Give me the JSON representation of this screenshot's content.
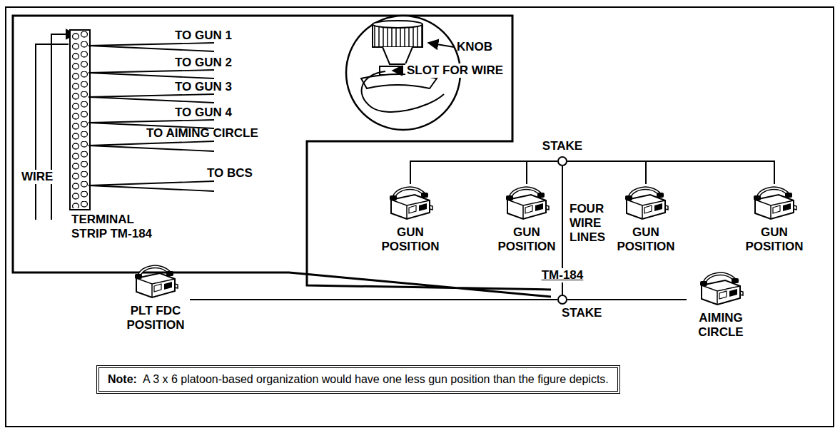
{
  "diagram": {
    "nodes": [
      {
        "text": [
          "STAKE"
        ]
      },
      {
        "text": [
          "GUN POSITION"
        ]
      },
      {
        "text": [
          "GUN POSITION"
        ]
      },
      {
        "text": [
          "GUN POSITION"
        ]
      },
      {
        "text": [
          "GUN POSITION"
        ]
      },
      {
        "text": [
          "STAKE"
        ]
      },
      {
        "text": [
          "PLT FDC POSITION"
        ]
      },
      {
        "text": [
          "AIMING CIRCLE"
        ]
      },
      {
        "text": [
          "Note:",
          "A 3 x 6 platoon-based organization would have one less gun position than the figure depicts."
        ]
      }
    ],
    "edges": [
      {
        "from": 0,
        "to": 1,
        "arrow": "none"
      },
      {
        "from": 0,
        "to": 2,
        "arrow": "none"
      },
      {
        "from": 0,
        "to": 3,
        "arrow": "none"
      },
      {
        "from": 0,
        "to": 4,
        "arrow": "none"
      },
      {
        "from": 0,
        "to": 5,
        "arrow": "none"
      },
      {
        "from": 5,
        "to": 6,
        "arrow": "none"
      },
      {
        "from": 5,
        "to": 7,
        "arrow": "none"
      }
    ],
    "labels": [
      "KNOB",
      "SLOT FOR WIRE",
      "TO GUN 1",
      "TO GUN 2",
      "TO GUN 3",
      "TO GUN 4",
      "TO AIMING CIRCLE",
      "WIRE",
      "TO BCS",
      "TERMINAL STRIP TM-184",
      "FOUR WIRE LINES",
      "TM-184"
    ]
  }
}
